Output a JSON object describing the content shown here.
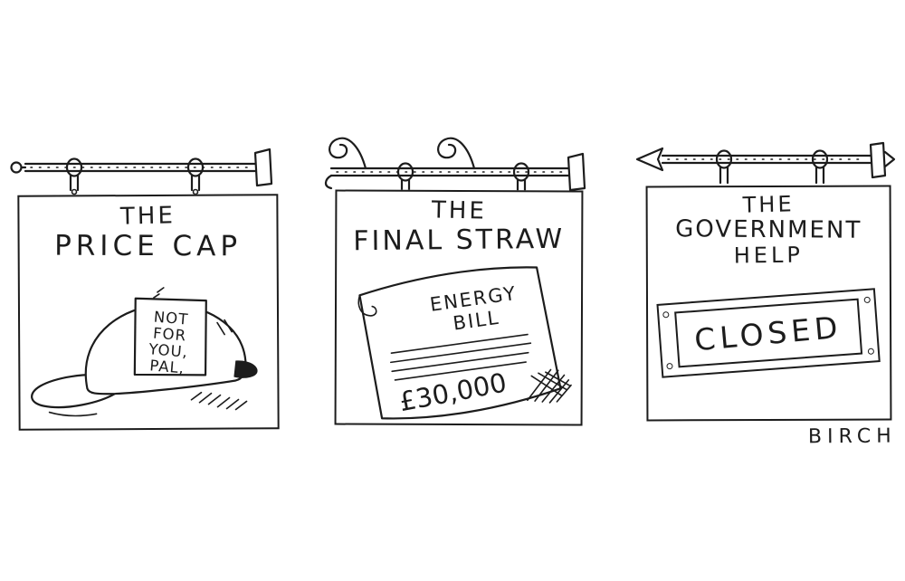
{
  "cartoon": {
    "background_color": "#ffffff",
    "ink_color": "#1c1c1c",
    "artist_signature": "BIRCH",
    "signs": [
      {
        "id": "price-cap",
        "title_lines": [
          "THE",
          "PRICE CAP"
        ],
        "illustration": "flat-cap-with-sign",
        "cap_sign_lines": [
          "NOT",
          "FOR",
          "YOU,",
          "PAL,"
        ]
      },
      {
        "id": "final-straw",
        "title_lines": [
          "THE",
          "FINAL STRAW"
        ],
        "illustration": "energy-bill-paper",
        "bill_title_lines": [
          "ENERGY",
          "BILL"
        ],
        "bill_amount": "£30,000"
      },
      {
        "id": "government-help",
        "title_lines": [
          "THE",
          "GOVERNMENT",
          "HELP"
        ],
        "illustration": "closed-plaque",
        "plaque_text": "CLOSED"
      }
    ]
  }
}
